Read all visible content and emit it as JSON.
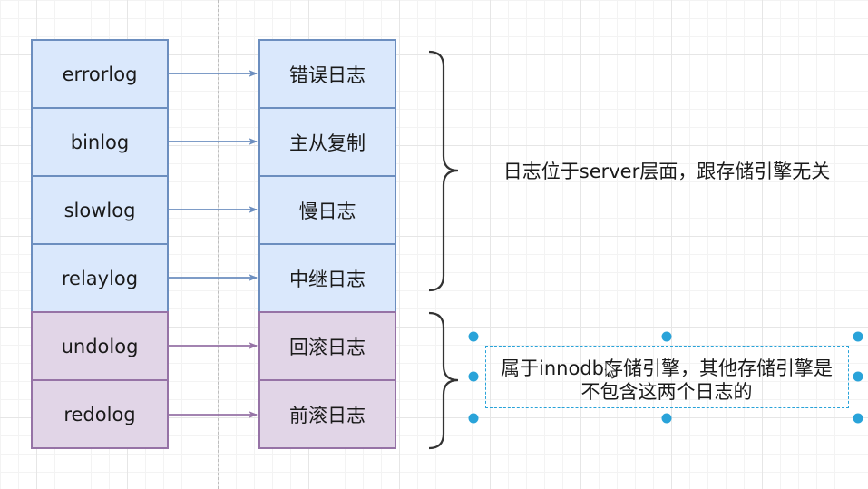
{
  "logs": [
    {
      "name": "errorlog",
      "desc": "错误日志",
      "group": "server"
    },
    {
      "name": "binlog",
      "desc": "主从复制",
      "group": "server"
    },
    {
      "name": "slowlog",
      "desc": "慢日志",
      "group": "server"
    },
    {
      "name": "relaylog",
      "desc": "中继日志",
      "group": "server"
    },
    {
      "name": "undolog",
      "desc": "回滚日志",
      "group": "innodb"
    },
    {
      "name": "redolog",
      "desc": "前滚日志",
      "group": "innodb"
    }
  ],
  "notes": {
    "server": "日志位于server层面，跟存储引擎无关",
    "innodb_line1": "属于innodb存储引擎，其他存储引擎是",
    "innodb_line2": "不包含这两个日志的"
  },
  "colors": {
    "blue_fill": "#dae8fc",
    "blue_stroke": "#6c8ebf",
    "purple_fill": "#e1d5e7",
    "purple_stroke": "#9673a6",
    "selection": "#29a3d9"
  }
}
